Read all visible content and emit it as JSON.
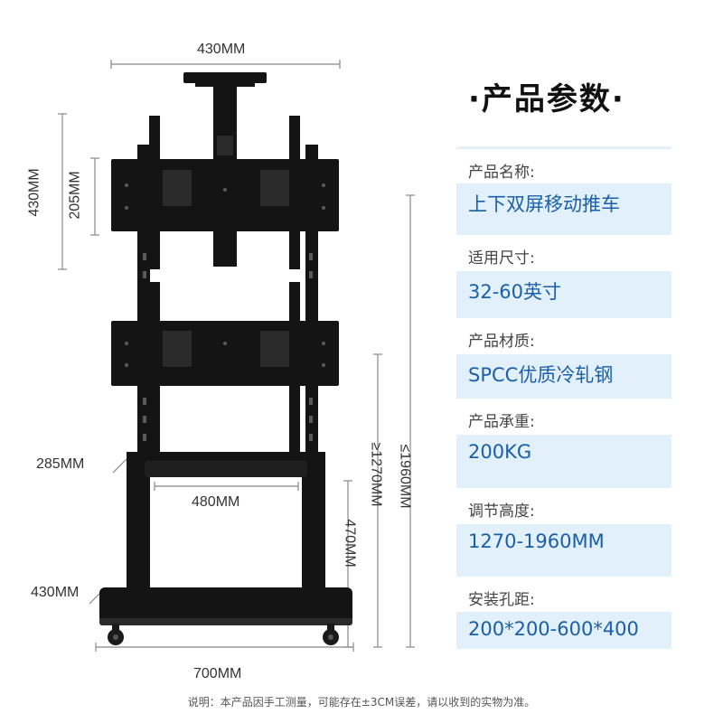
{
  "title": "·产品参数·",
  "dimensions": {
    "top_width": "430MM",
    "left_height": "430MM",
    "mount_height": "205MM",
    "shelf_depth": "285MM",
    "shelf_width": "480MM",
    "shelf_height": "470MM",
    "base_depth": "430MM",
    "base_width": "700MM",
    "min_height": "≥1270MM",
    "max_height": "≤1960MM"
  },
  "specs": [
    {
      "label": "产品名称:",
      "value": "上下双屏移动推车"
    },
    {
      "label": "适用尺寸:",
      "value": "32-60英寸"
    },
    {
      "label": "产品材质:",
      "value": "SPCC优质冷轧钢"
    },
    {
      "label": "产品承重:",
      "value": "200KG"
    },
    {
      "label": "调节高度:",
      "value": "1270-1960MM"
    },
    {
      "label": "安装孔距:",
      "value": "200*200-600*400"
    }
  ],
  "footer": "说明：本产品因手工测量，可能存在±3CM误差，请以收到的实物为准。",
  "colors": {
    "panel_bg": "#e2f0fb",
    "value_text": "#1a5fa8",
    "product_black": "#141414"
  }
}
